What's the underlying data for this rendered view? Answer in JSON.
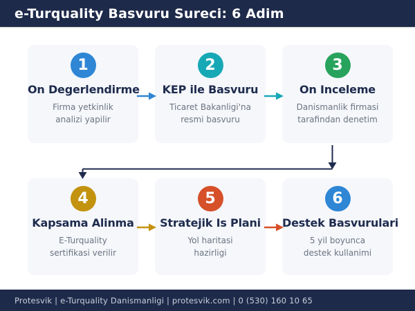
{
  "header": {
    "title": "e-Turquality Basvuru Sureci: 6 Adim"
  },
  "steps": [
    {
      "number": "1",
      "title": "On Degerlendirme",
      "desc_line1": "Firma yetkinlik",
      "desc_line2": "analizi yapilir",
      "color": "#2e86d5"
    },
    {
      "number": "2",
      "title": "KEP ile Basvuru",
      "desc_line1": "Ticaret Bakanligi'na",
      "desc_line2": "resmi basvuru",
      "color": "#17a8b5"
    },
    {
      "number": "3",
      "title": "On Inceleme",
      "desc_line1": "Danismanlik firmasi",
      "desc_line2": "tarafindan denetim",
      "color": "#28a35d"
    },
    {
      "number": "4",
      "title": "Kapsama Alinma",
      "desc_line1": "E-Turquality",
      "desc_line2": "sertifikasi verilir",
      "color": "#c3920e"
    },
    {
      "number": "5",
      "title": "Stratejik Is Plani",
      "desc_line1": "Yol haritasi",
      "desc_line2": "hazirligi",
      "color": "#d6502a"
    },
    {
      "number": "6",
      "title": "Destek Basvurulari",
      "desc_line1": "5 yil boyunca",
      "desc_line2": "destek kullanimi",
      "color": "#2e86d5"
    }
  ],
  "arrows": [
    {
      "color": "#2e86d5"
    },
    {
      "color": "#17a8b5"
    },
    {
      "color": "#c3920e"
    },
    {
      "color": "#d6502a"
    }
  ],
  "footer": {
    "text": "Protesvik | e-Turquality Danismanligi | protesvik.com | 0 (530) 160 10 65"
  },
  "colors": {
    "header_bg": "#1e2a4a",
    "footer_bg": "#1e2a4a",
    "card_bg": "#f5f7fb",
    "title_text": "#1e2b4d",
    "desc_text": "#6b7380",
    "connector": "#1e2b4d"
  }
}
